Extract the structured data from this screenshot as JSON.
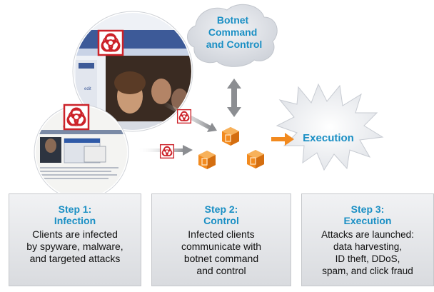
{
  "diagram": {
    "command_node": "Botnet\nCommand\nand Control",
    "execution_node": "Execution",
    "thumbnail_text": "edit",
    "browser_headline": "",
    "steps": [
      {
        "title": "Step 1:\nInfection",
        "description": "Clients are infected\nby spyware, malware,\nand targeted attacks"
      },
      {
        "title": "Step 2:\nControl",
        "description": "Infected clients\ncommunicate with\nbotnet command\nand control"
      },
      {
        "title": "Step 3:\nExecution",
        "description": "Attacks are launched:\ndata harvesting,\nID theft, DDoS,\nspam, and click fraud"
      }
    ]
  },
  "colors": {
    "biohazard": "#cc2229",
    "accent_blue": "#1a8fc4",
    "bot_orange": "#f28a1f",
    "cloud_gray": "#d8dbe1",
    "arrow_gray": "#8c8e92"
  },
  "icons": [
    "biohazard-icon",
    "bot-cube-icon",
    "cloud-shape",
    "explosion-burst-shape"
  ]
}
